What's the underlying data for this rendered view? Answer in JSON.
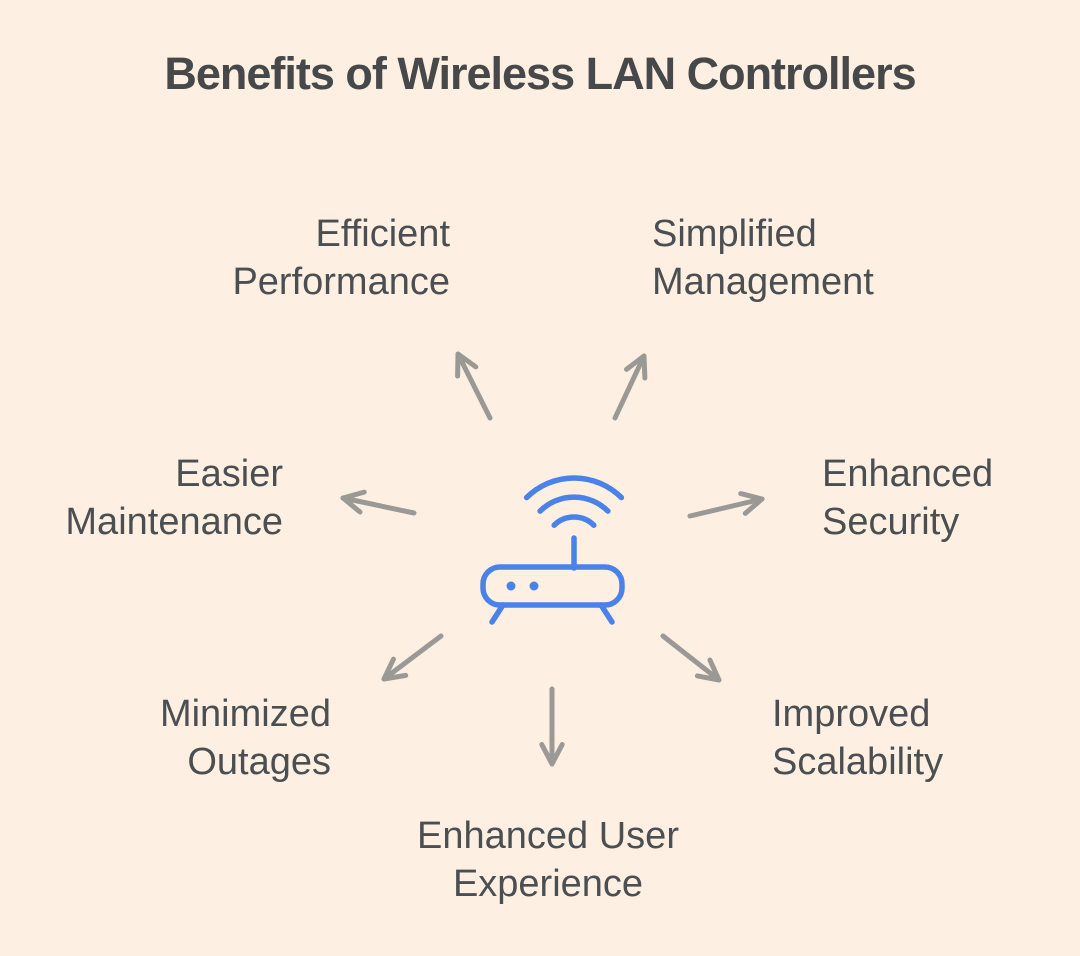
{
  "title": "Benefits of Wireless LAN Controllers",
  "center": {
    "icon": "wireless-router-icon"
  },
  "benefits": [
    {
      "id": "efficient-performance",
      "label": "Efficient\nPerformance",
      "arrow_direction": "up-left"
    },
    {
      "id": "simplified-management",
      "label": "Simplified\nManagement",
      "arrow_direction": "up-right"
    },
    {
      "id": "easier-maintenance",
      "label": "Easier\nMaintenance",
      "arrow_direction": "left"
    },
    {
      "id": "enhanced-security",
      "label": "Enhanced\nSecurity",
      "arrow_direction": "right"
    },
    {
      "id": "minimized-outages",
      "label": "Minimized\nOutages",
      "arrow_direction": "down-left"
    },
    {
      "id": "improved-scalability",
      "label": "Improved\nScalability",
      "arrow_direction": "down-right"
    },
    {
      "id": "enhanced-user-experience",
      "label": "Enhanced User\nExperience",
      "arrow_direction": "down"
    }
  ],
  "colors": {
    "background": "#FDF0E3",
    "title": "#464849",
    "label": "#4C4F52",
    "arrow": "#9B9995",
    "icon": "#4A82E8"
  }
}
